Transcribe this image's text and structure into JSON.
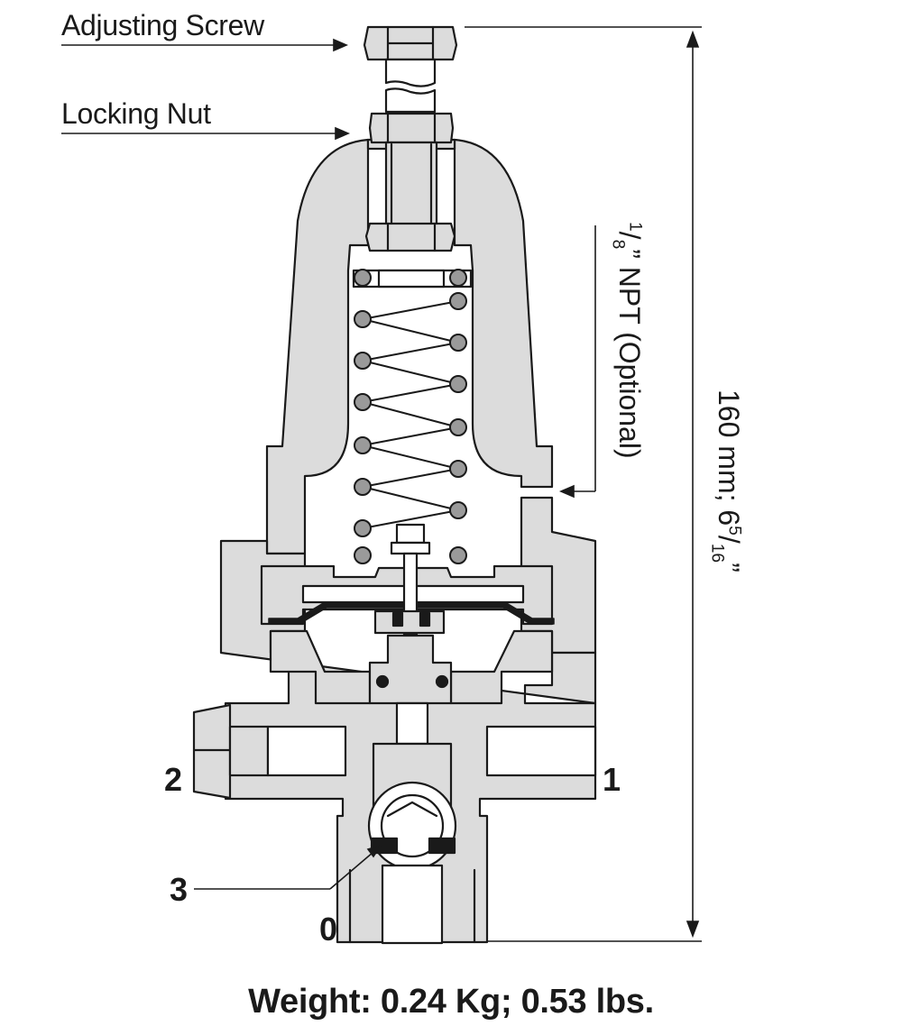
{
  "callouts": {
    "adjusting_screw": "Adjusting Screw",
    "locking_nut": "Locking Nut"
  },
  "ports": {
    "p0": "0",
    "p1": "1",
    "p2": "2",
    "p3": "3"
  },
  "npt": {
    "num": "1",
    "den": "8",
    "rest": "” NPT (Optional)"
  },
  "height": {
    "main": "160 mm; 6",
    "num": "5",
    "den": "16",
    "tail": "”"
  },
  "weight": "Weight: 0.24 Kg; 0.53 lbs.",
  "colors": {
    "body_fill": "#dcdcdc",
    "line": "#1a1a1a",
    "spring_ball": "#9a9a9a",
    "background": "#ffffff"
  }
}
